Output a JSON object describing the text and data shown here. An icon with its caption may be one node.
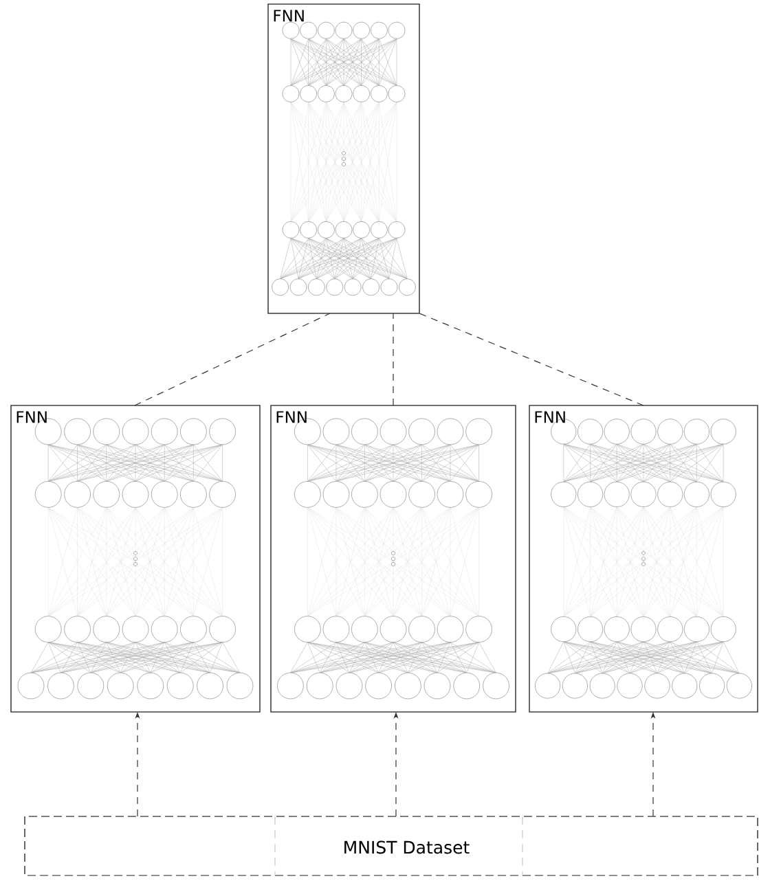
{
  "diagram": {
    "nodes": [
      {
        "text": [
          "FNN"
        ]
      },
      {
        "text": [
          "FNN"
        ]
      },
      {
        "text": [
          "FNN"
        ]
      },
      {
        "text": [
          "FNN"
        ]
      },
      {
        "text": [
          "MNIST Dataset"
        ]
      }
    ],
    "edges": [
      {
        "from": 1,
        "to": 0,
        "arrow": "none",
        "style": "dashed"
      },
      {
        "from": 2,
        "to": 0,
        "arrow": "none",
        "style": "dashed"
      },
      {
        "from": 3,
        "to": 0,
        "arrow": "none",
        "style": "dashed"
      },
      {
        "from": 4,
        "to": 1,
        "arrow": "to",
        "style": "dashed"
      },
      {
        "from": 4,
        "to": 2,
        "arrow": "to",
        "style": "dashed"
      },
      {
        "from": 4,
        "to": 3,
        "arrow": "to",
        "style": "dashed"
      }
    ]
  }
}
